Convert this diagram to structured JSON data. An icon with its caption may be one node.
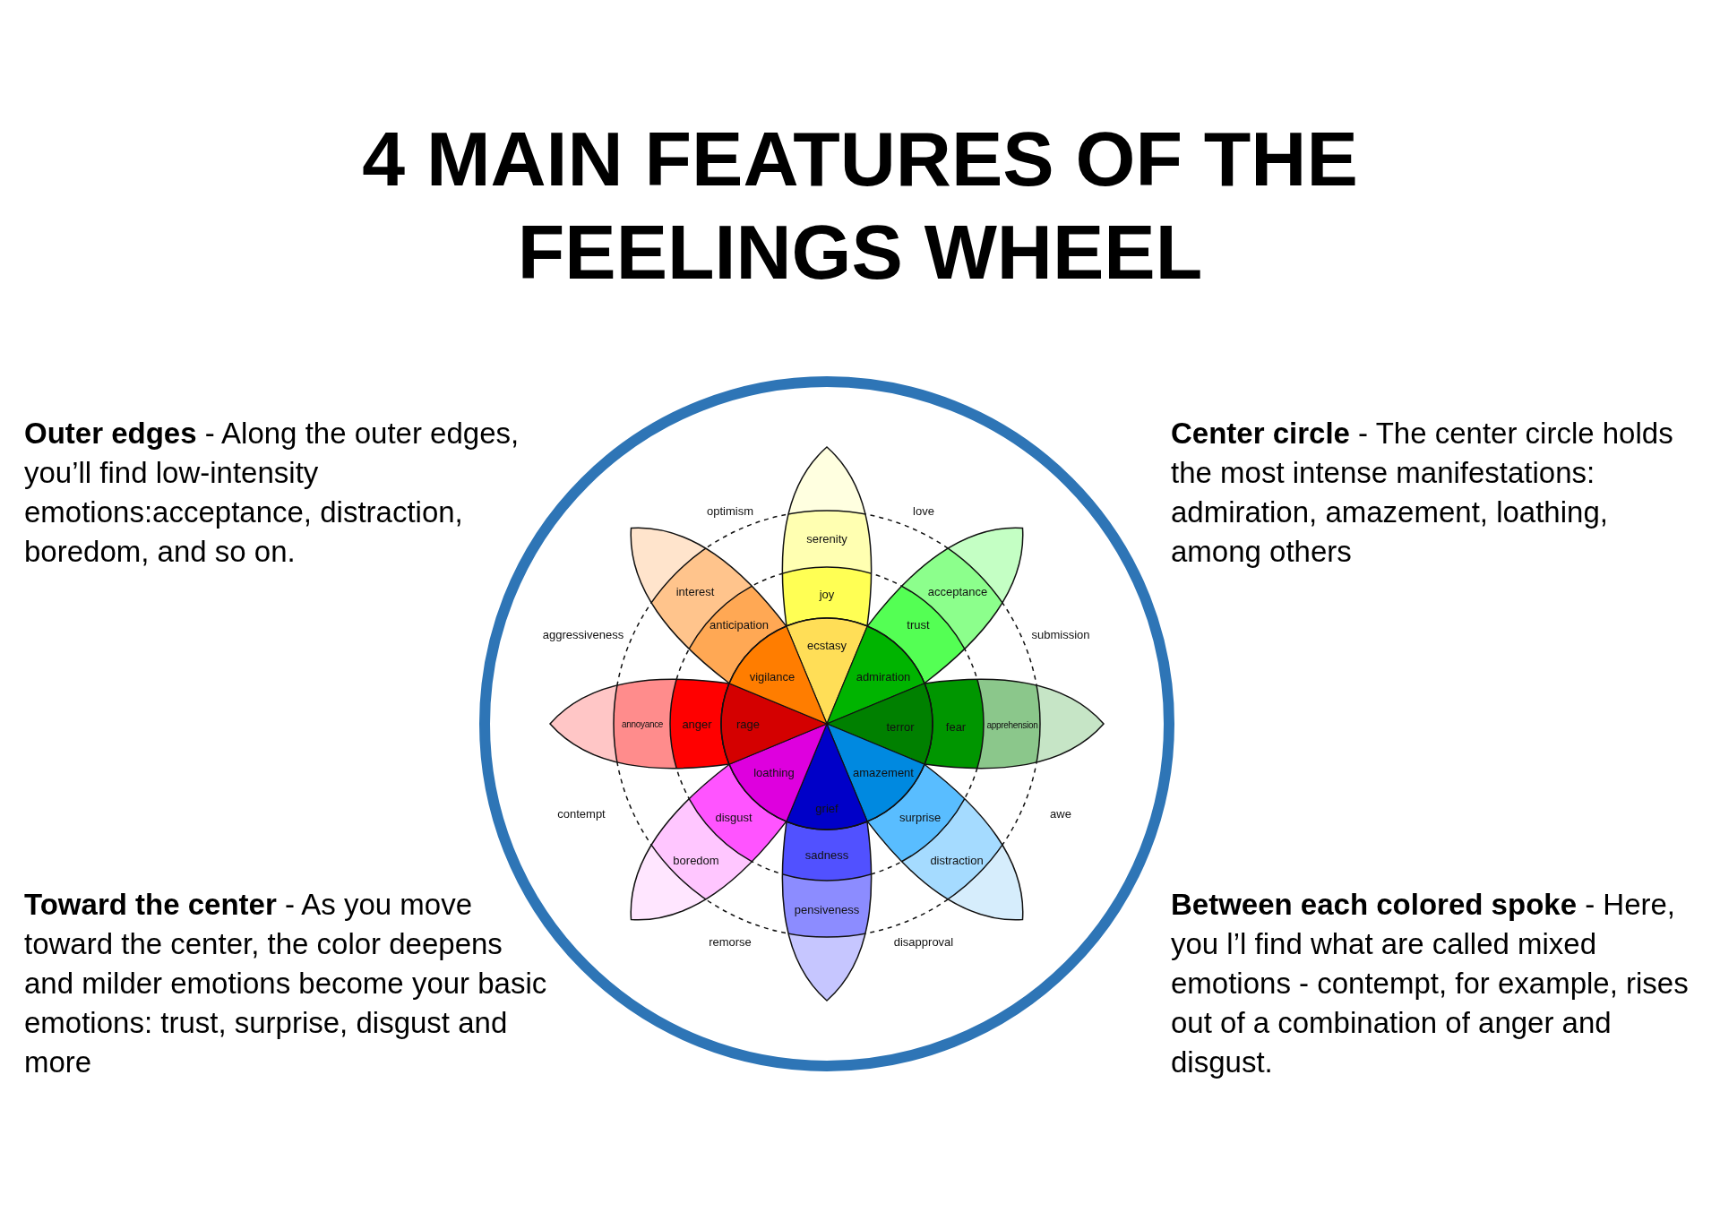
{
  "diagram": {
    "title": "4 MAIN FEATURES OF THE FEELINGS WHEEL",
    "labels": [
      "**Outer edges** - Along the outer edges, you’ll find low-intensity emotions:acceptance, distraction, boredom, and so on.",
      "**Center circle** - The center circle holds the most intense manifestations: admiration, amazement, loathing, among others",
      "optimism",
      "love",
      "serenity",
      "interest",
      "joy",
      "acceptance",
      "anticipation",
      "trust",
      "aggressiveness",
      "submission",
      "ecstasy",
      "vigilance",
      "admiration",
      "annoyance",
      "anger",
      "rage",
      "terror",
      "fear",
      "apprehension",
      "loathing",
      "amazement",
      "grief",
      "contempt",
      "awe",
      "disgust",
      "surprise",
      "sadness",
      "boredom",
      "distraction",
      "pensiveness",
      "remorse",
      "disapproval",
      "**Toward the center** - As you move toward the center, the color deepens and milder emotions become your basic emotions: trust, surprise, disgust and more",
      "**Between each colored spoke** - Here, you l’l find what are called mixed emotions - contempt, for example, rises out of a combination of anger and disgust."
    ]
  }
}
